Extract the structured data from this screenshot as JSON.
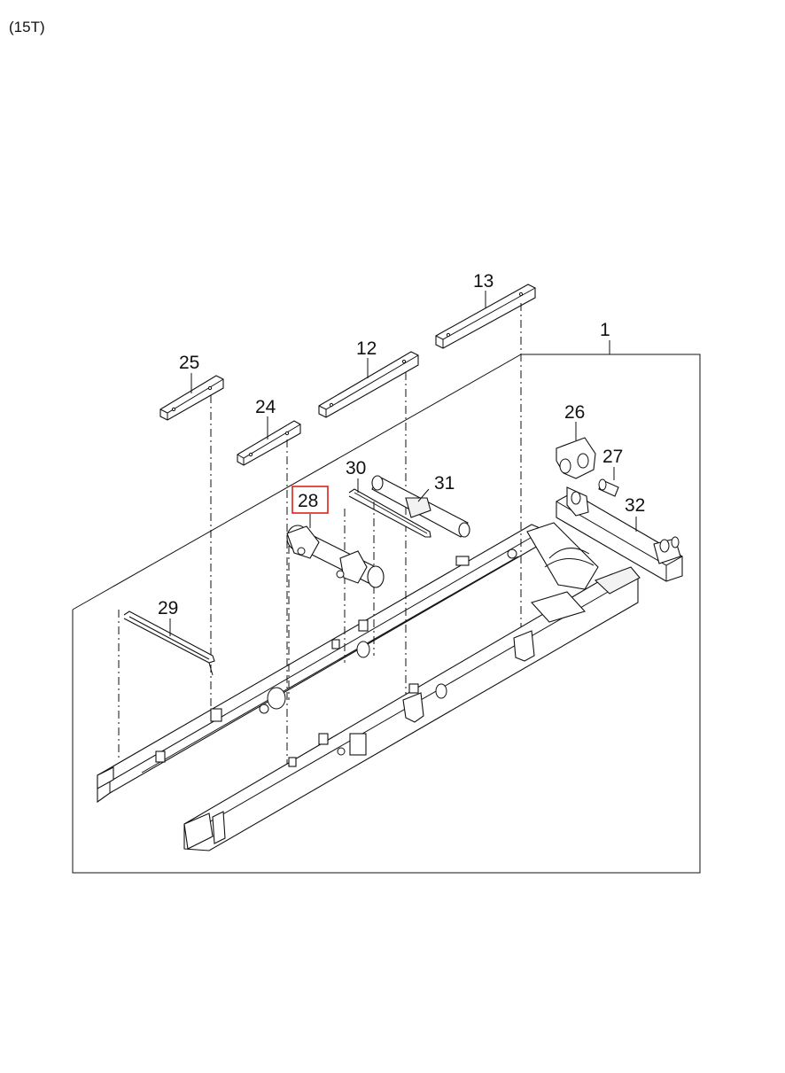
{
  "header": {
    "model": "(15T)"
  },
  "callouts": [
    {
      "id": "1",
      "label": "1"
    },
    {
      "id": "12",
      "label": "12"
    },
    {
      "id": "13",
      "label": "13"
    },
    {
      "id": "24",
      "label": "24"
    },
    {
      "id": "25",
      "label": "25"
    },
    {
      "id": "26",
      "label": "26"
    },
    {
      "id": "27",
      "label": "27"
    },
    {
      "id": "28",
      "label": "28",
      "highlighted": true
    },
    {
      "id": "29",
      "label": "29"
    },
    {
      "id": "30",
      "label": "30"
    },
    {
      "id": "31",
      "label": "31"
    },
    {
      "id": "32",
      "label": "32"
    }
  ],
  "colors": {
    "highlight": "#e0201b",
    "line": "#111111",
    "background": "#ffffff"
  }
}
